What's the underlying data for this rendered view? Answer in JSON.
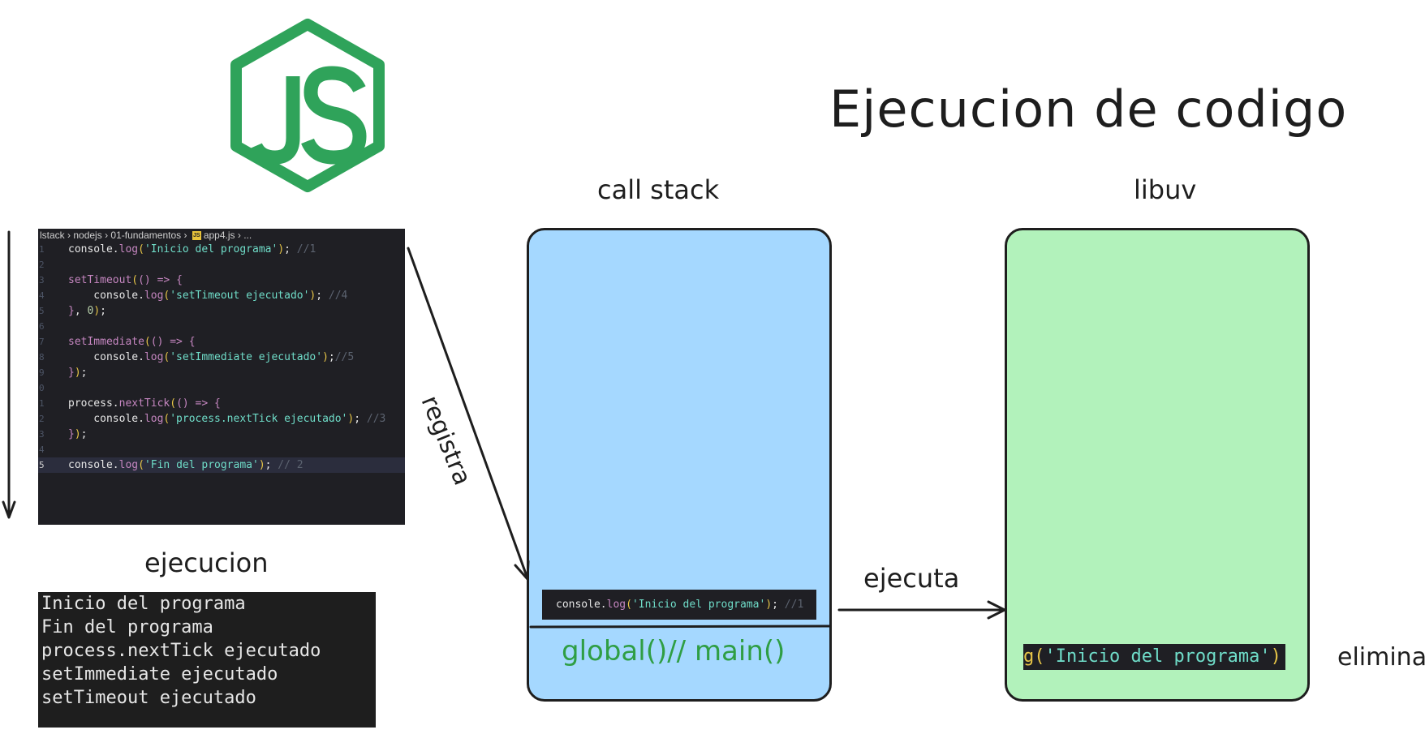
{
  "title": "Ejecucion de codigo",
  "labels": {
    "call_stack": "call stack",
    "libuv": "libuv",
    "ejecucion": "ejecucion",
    "registra": "registra",
    "ejecuta": "ejecuta",
    "elimina": "elimina"
  },
  "editor": {
    "breadcrumb": [
      "lstack",
      "nodejs",
      "01-fundamentos",
      "app4.js",
      "..."
    ],
    "breadcrumb_icon": "JS",
    "lines": [
      {
        "n": "1",
        "tokens": [
          [
            "plain",
            "console."
          ],
          [
            "fn",
            "log"
          ],
          [
            "paren",
            "("
          ],
          [
            "str",
            "'Inicio del programa'"
          ],
          [
            "paren",
            ")"
          ],
          [
            "plain",
            ";"
          ],
          [
            "comment",
            " //1"
          ]
        ]
      },
      {
        "n": "2",
        "tokens": []
      },
      {
        "n": "3",
        "tokens": [
          [
            "fn",
            "setTimeout"
          ],
          [
            "paren",
            "("
          ],
          [
            "fn",
            "()"
          ],
          [
            "arrow",
            " => "
          ],
          [
            "fn",
            "{"
          ]
        ]
      },
      {
        "n": "4",
        "tokens": [
          [
            "plain",
            "    console."
          ],
          [
            "fn",
            "log"
          ],
          [
            "paren",
            "("
          ],
          [
            "str",
            "'setTimeout ejecutado'"
          ],
          [
            "paren",
            ")"
          ],
          [
            "plain",
            ";"
          ],
          [
            "comment",
            " //4"
          ]
        ]
      },
      {
        "n": "5",
        "tokens": [
          [
            "fn",
            "}"
          ],
          [
            "plain",
            ", "
          ],
          [
            "num",
            "0"
          ],
          [
            "paren",
            ")"
          ],
          [
            "plain",
            ";"
          ]
        ]
      },
      {
        "n": "6",
        "tokens": []
      },
      {
        "n": "7",
        "tokens": [
          [
            "fn",
            "setImmediate"
          ],
          [
            "paren",
            "("
          ],
          [
            "fn",
            "()"
          ],
          [
            "arrow",
            " => "
          ],
          [
            "fn",
            "{"
          ]
        ]
      },
      {
        "n": "8",
        "tokens": [
          [
            "plain",
            "    console."
          ],
          [
            "fn",
            "log"
          ],
          [
            "paren",
            "("
          ],
          [
            "str",
            "'setImmediate ejecutado'"
          ],
          [
            "paren",
            ")"
          ],
          [
            "plain",
            ";"
          ],
          [
            "comment",
            "//5"
          ]
        ]
      },
      {
        "n": "9",
        "tokens": [
          [
            "fn",
            "}"
          ],
          [
            "paren",
            ")"
          ],
          [
            "plain",
            ";"
          ]
        ]
      },
      {
        "n": "0",
        "tokens": []
      },
      {
        "n": "1",
        "tokens": [
          [
            "plain",
            "process."
          ],
          [
            "fn",
            "nextTick"
          ],
          [
            "paren",
            "("
          ],
          [
            "fn",
            "()"
          ],
          [
            "arrow",
            " => "
          ],
          [
            "fn",
            "{"
          ]
        ]
      },
      {
        "n": "2",
        "tokens": [
          [
            "plain",
            "    console."
          ],
          [
            "fn",
            "log"
          ],
          [
            "paren",
            "("
          ],
          [
            "str",
            "'process.nextTick ejecutado'"
          ],
          [
            "paren",
            ")"
          ],
          [
            "plain",
            ";"
          ],
          [
            "comment",
            " //3"
          ]
        ]
      },
      {
        "n": "3",
        "tokens": [
          [
            "fn",
            "}"
          ],
          [
            "paren",
            ")"
          ],
          [
            "plain",
            ";"
          ]
        ]
      },
      {
        "n": "4",
        "tokens": []
      },
      {
        "n": "5",
        "tokens": [
          [
            "plain",
            "console."
          ],
          [
            "fn",
            "log"
          ],
          [
            "paren",
            "("
          ],
          [
            "str",
            "'Fin del programa'"
          ],
          [
            "paren",
            ")"
          ],
          [
            "plain",
            ";"
          ],
          [
            "comment",
            " // 2"
          ]
        ],
        "highlight": true
      }
    ]
  },
  "output": [
    "Inicio del programa",
    "Fin del programa",
    "process.nextTick ejecutado",
    "setImmediate ejecutado",
    "setTimeout ejecutado"
  ],
  "call_stack": {
    "frame_tokens": [
      [
        "plain",
        "console."
      ],
      [
        "fn",
        "log"
      ],
      [
        "paren",
        "("
      ],
      [
        "str",
        "'Inicio del programa'"
      ],
      [
        "paren",
        ")"
      ],
      [
        "plain",
        ";"
      ],
      [
        "comment",
        " //1"
      ]
    ],
    "base": "global()// main()"
  },
  "libuv_box": {
    "code_tokens": [
      [
        "paren",
        "g("
      ],
      [
        "str",
        "'Inicio del programa'"
      ],
      [
        "paren",
        ")"
      ]
    ]
  },
  "colors": {
    "call_stack_fill": "#a5d8ff",
    "libuv_fill": "#b2f2bb",
    "node_green": "#2fa35a",
    "global_text": "#2f9e44"
  },
  "icons": [
    "nodejs-logo-icon",
    "js-file-icon"
  ]
}
